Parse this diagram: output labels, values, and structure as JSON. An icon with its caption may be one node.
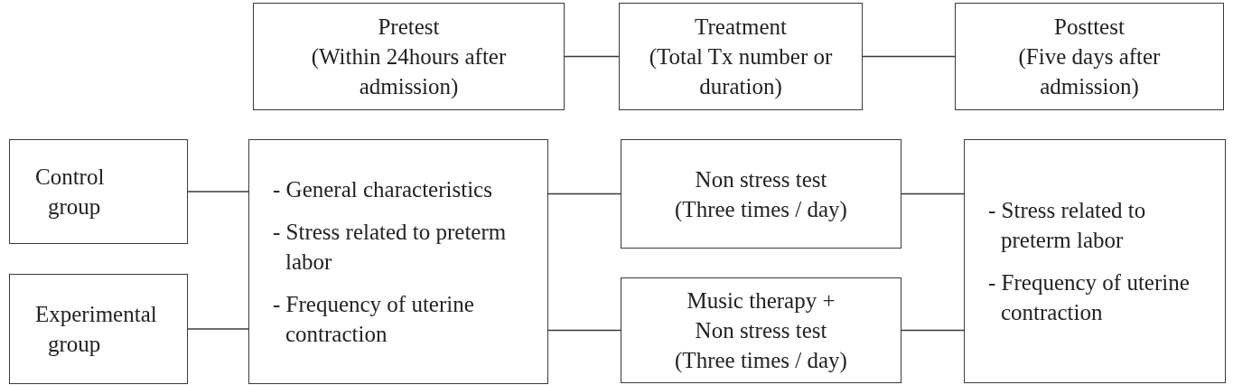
{
  "diagram": {
    "nodes": [
      {
        "text": [
          "Pretest",
          "(Within 24hours after admission)"
        ]
      },
      {
        "text": [
          "Treatment",
          "(Total Tx number or duration)"
        ]
      },
      {
        "text": [
          "Posttest",
          "(Five days after admission)"
        ]
      },
      {
        "text": [
          "Control group"
        ]
      },
      {
        "text": [
          "- General characteristics",
          "- Stress related to preterm labor",
          "- Frequency of uterine contraction"
        ]
      },
      {
        "text": [
          "Non stress test",
          "(Three times / day)"
        ]
      },
      {
        "text": [
          "- Stress related to preterm labor",
          "- Frequency of uterine contraction"
        ]
      },
      {
        "text": [
          "Experimental group"
        ]
      },
      {
        "text": [
          "Music therapy + Non stress test",
          "(Three times / day)"
        ]
      }
    ],
    "edges": [
      {
        "from": 0,
        "to": 1,
        "arrow": "none"
      },
      {
        "from": 1,
        "to": 2,
        "arrow": "none"
      },
      {
        "from": 3,
        "to": 4,
        "arrow": "none"
      },
      {
        "from": 7,
        "to": 4,
        "arrow": "none"
      },
      {
        "from": 4,
        "to": 5,
        "arrow": "none"
      },
      {
        "from": 4,
        "to": 8,
        "arrow": "none"
      },
      {
        "from": 5,
        "to": 6,
        "arrow": "none"
      },
      {
        "from": 8,
        "to": 6,
        "arrow": "none"
      }
    ]
  }
}
